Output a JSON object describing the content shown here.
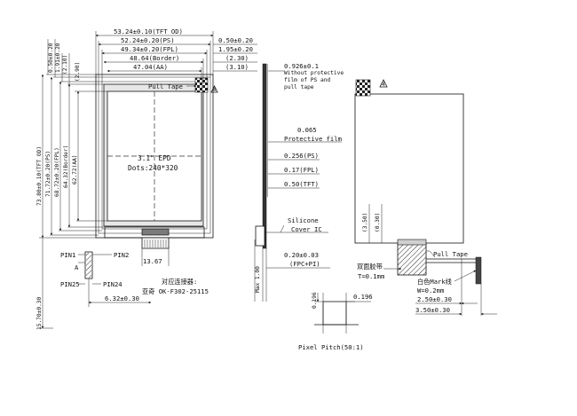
{
  "front": {
    "top_dims": [
      "53.24±0.10(TFT OD)",
      "52.24±0.20(PS)",
      "49.34±0.20(FPL)",
      "48.64(Border)",
      "47.04(AA)"
    ],
    "right_dims": [
      "0.50±0.20",
      "1.95±0.20",
      "(2.30)",
      "(3.10)"
    ],
    "left_small_dims": [
      "0.50±0.20",
      "1.91±0.20",
      "(2.10)",
      "(2.90)"
    ],
    "left_dims": [
      "73.80±0.10(TFT OD)",
      "71.72±0.20(PS)",
      "68.72±0.20(FPL)",
      "64.32(Border)",
      "62.72(AA)"
    ],
    "pull_tape": "Pull Tape",
    "epd_line1": "3.1\" EPD",
    "epd_line2": "Dots:240*320",
    "pin1": "PIN1",
    "pin2": "PIN2",
    "pin25": "PIN25",
    "pin24": "PIN24",
    "a_label": "A",
    "connector_pitch": "13.67",
    "connector_width": "6.32±0.30",
    "connector_label": "对应连接器:",
    "connector_model": "亚奇 OK-F302-25115",
    "bottom_height": "15.70±0.30",
    "warning_mark": "4"
  },
  "side": {
    "items": [
      {
        "value": "0.926±0.1",
        "note1": "Without protective",
        "note2": "film of PS and",
        "note3": "pull tape"
      },
      {
        "value": "0.065",
        "note1": "Protective film"
      },
      {
        "value": "0.256(PS)"
      },
      {
        "value": "0.17(FPL)"
      },
      {
        "value": "0.50(TFT)"
      },
      {
        "value": "Silicone",
        "note1": "Cover IC"
      },
      {
        "value": "0.20±0.03",
        "note1": "(FPC+PI)"
      }
    ],
    "max_label": "Max 1.00"
  },
  "back": {
    "warning_mark": "4",
    "dim_left": "(3.50)",
    "dim_right": "(0.30)",
    "pull_tape": "Pull Tape",
    "tape_label": "双面胶带",
    "tape_thickness": "T=0.1mm",
    "mark_line": "白色Mark线",
    "mark_width": "W=0.2mm",
    "dim_a": "2.50±0.30",
    "dim_b": "3.50±0.30"
  },
  "pixel": {
    "h": "0.196",
    "v": "0.196",
    "caption": "Pixel Pitch(50:1)"
  }
}
